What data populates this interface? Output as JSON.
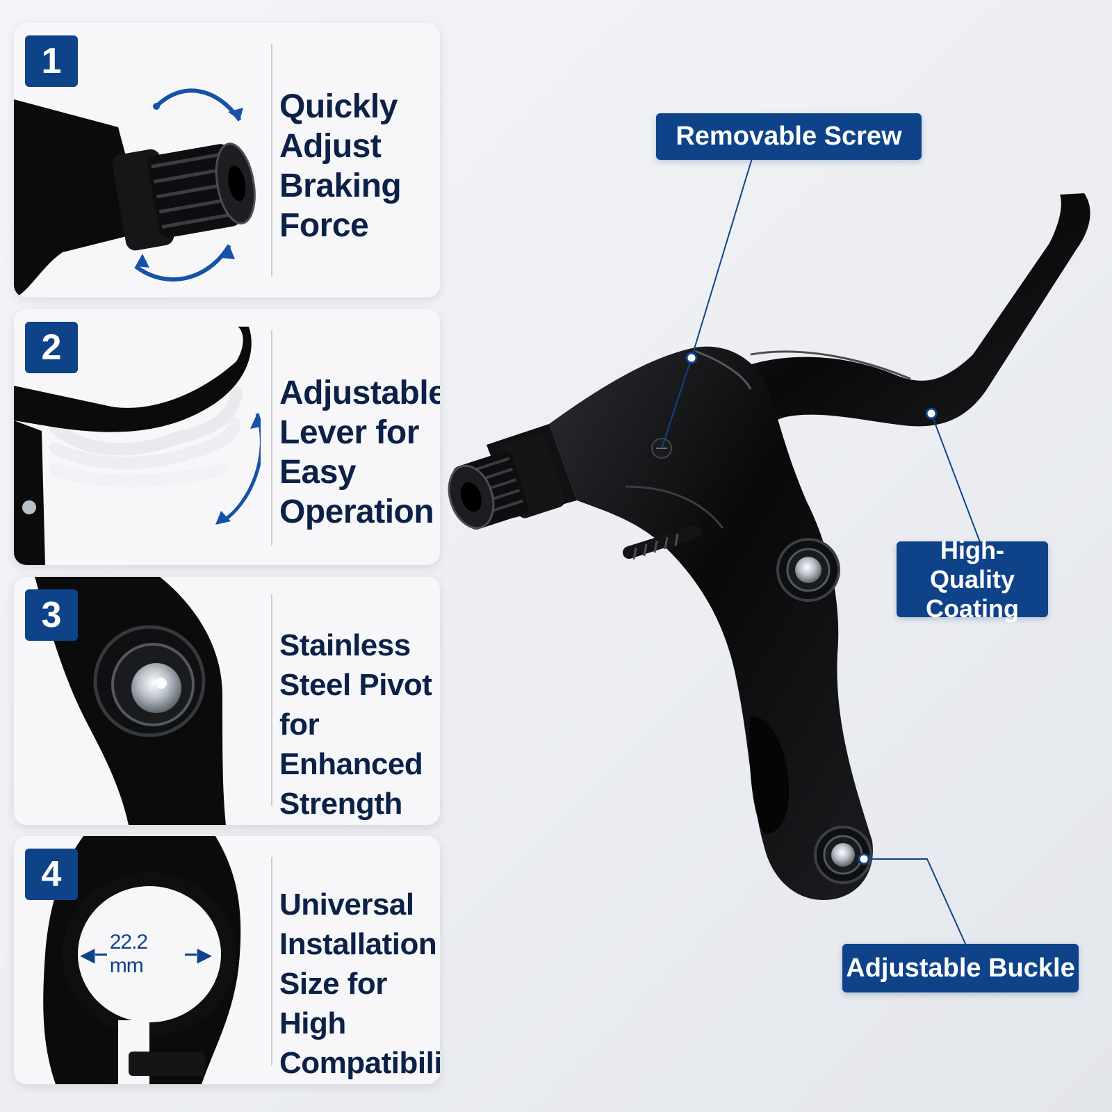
{
  "features": [
    {
      "number": "1",
      "text": "Quickly Adjust Braking Force"
    },
    {
      "number": "2",
      "text": "Adjustable Lever for Easy Operation"
    },
    {
      "number": "3",
      "text": "Stainless Steel Pivot for Enhanced Strength"
    },
    {
      "number": "4",
      "text": "Universal Installation Size for High Compatibility"
    }
  ],
  "measurement": "22.2 mm",
  "callouts": {
    "removable_screw": "Removable Screw",
    "high_quality_coating": "High-Quality Coating",
    "adjustable_buckle": "Adjustable Buckle"
  },
  "colors": {
    "accent_blue": "#0f4389",
    "text_navy": "#0c2147",
    "product_black": "#0a0a0b"
  }
}
